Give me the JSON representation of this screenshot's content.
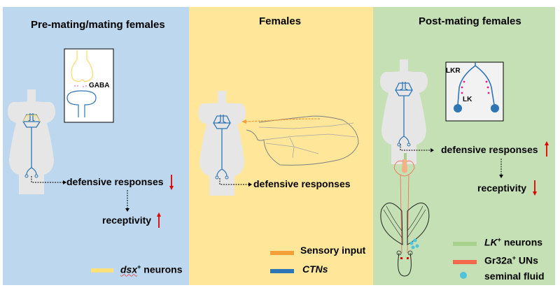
{
  "panels": [
    {
      "title": "Pre-mating/mating females",
      "inset_label": "GABA",
      "outcomes": [
        {
          "text": "defensive responses",
          "direction": "down"
        },
        {
          "text": "receptivity",
          "direction": "up"
        }
      ],
      "legend": [
        {
          "italic": "dsx",
          "sup": "+",
          "rest": " neurons",
          "color": "#ffe07a"
        }
      ]
    },
    {
      "title": "Females",
      "outcomes": [
        {
          "text": "defensive responses",
          "direction": "none"
        }
      ],
      "legend": [
        {
          "label": "Sensory input",
          "color": "#f4a03a"
        },
        {
          "label": "CTNs",
          "color": "#2e75b6"
        }
      ]
    },
    {
      "title": "Post-mating females",
      "inset_labels": {
        "receptor": "LKR",
        "ligand": "LK"
      },
      "outcomes": [
        {
          "text": "defensive responses",
          "direction": "up"
        },
        {
          "text": "receptivity",
          "direction": "down"
        }
      ],
      "legend": [
        {
          "italic": "LK",
          "sup": "+",
          "rest": " neurons",
          "color": "#a9d18e"
        },
        {
          "pre": "Gr32a",
          "sup": "+",
          "rest": " UNs",
          "color": "#f2694b"
        },
        {
          "label": "seminal fluid",
          "color": "#4fc3d9"
        }
      ]
    }
  ],
  "colors": {
    "panel1_bg": "#bdd7ee",
    "panel2_bg": "#ffe699",
    "panel3_bg": "#c5e0b4",
    "arrow_red": "#e00000",
    "ctn_blue": "#2e75b6",
    "body_gray": "#e6e6e6"
  }
}
